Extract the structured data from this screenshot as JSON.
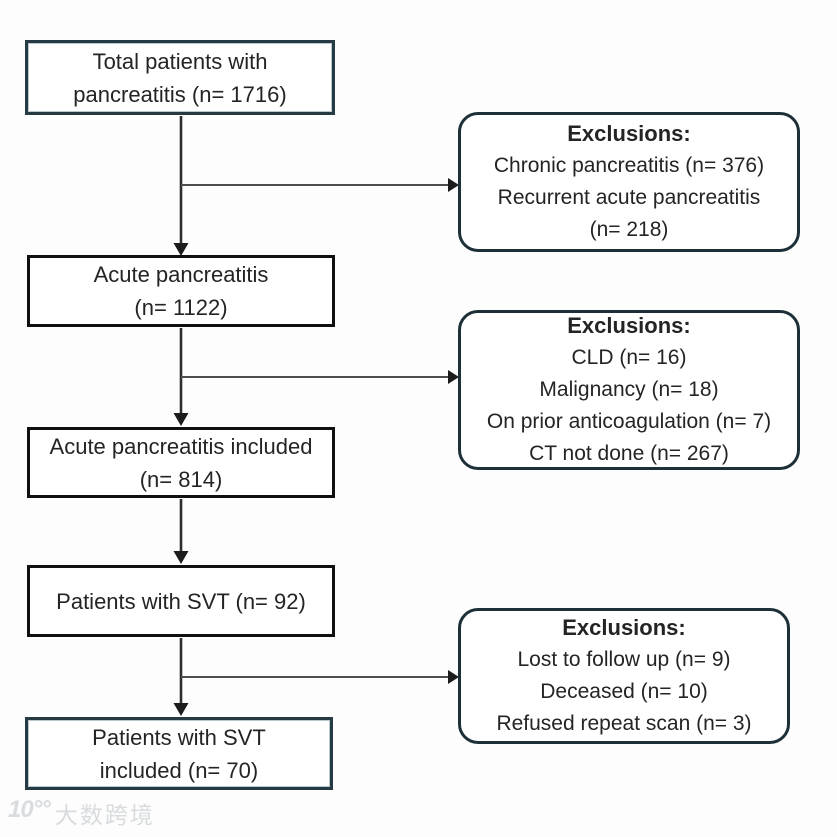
{
  "flow": {
    "nodes": [
      {
        "lines": [
          "Total patients with",
          "pancreatitis (n= 1716)"
        ]
      },
      {
        "lines": [
          "Acute pancreatitis",
          "(n= 1122)"
        ]
      },
      {
        "lines": [
          "Acute pancreatitis included",
          "(n= 814)"
        ]
      },
      {
        "lines": [
          "Patients with SVT (n= 92)"
        ]
      },
      {
        "lines": [
          "Patients with SVT",
          "included (n= 70)"
        ]
      }
    ],
    "exclusions": [
      {
        "title": "Exclusions:",
        "items": [
          "Chronic pancreatitis (n= 376)",
          "Recurrent acute pancreatitis",
          "(n= 218)"
        ]
      },
      {
        "title": "Exclusions:",
        "items": [
          "CLD (n= 16)",
          "Malignancy (n= 18)",
          "On prior anticoagulation (n= 7)",
          "CT not done (n= 267)"
        ]
      },
      {
        "title": "Exclusions:",
        "items": [
          "Lost to follow up (n= 9)",
          "Deceased (n= 10)",
          "Refused repeat scan (n= 3)"
        ]
      }
    ]
  },
  "watermark": {
    "icon_text": "10°°",
    "text": "大数跨境"
  },
  "colors": {
    "node_border_accent": "#263a43",
    "node_border_plain": "#101010",
    "exclusion_border": "#1d3038",
    "text": "#242424",
    "connector_line": "#2e2e2e",
    "branch_line": "#4d4d4d",
    "watermark": "#d9dcde",
    "background": "#fdfdfd"
  }
}
